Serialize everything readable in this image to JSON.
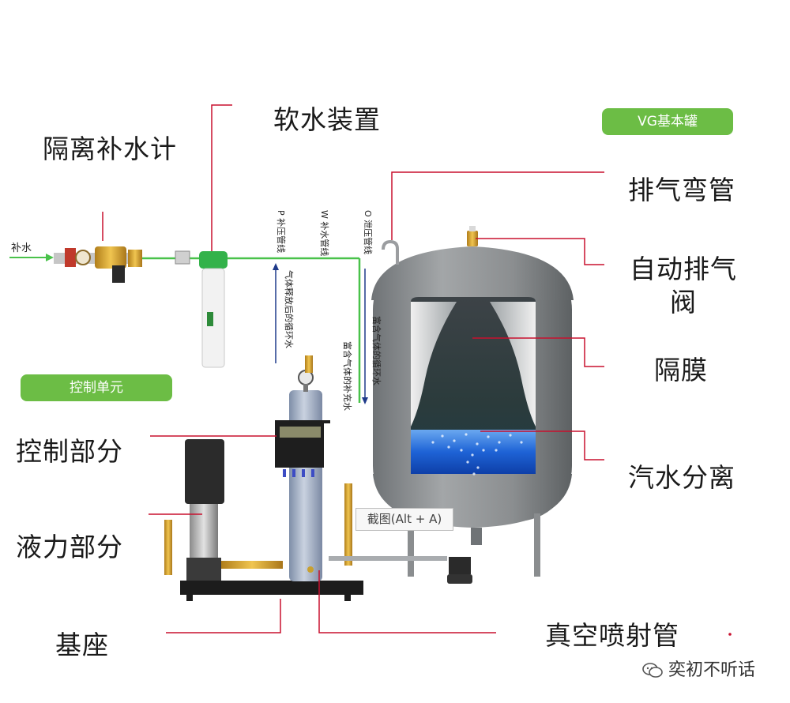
{
  "labels": {
    "isolation_meter": "隔离补水计",
    "softener": "软水装置",
    "vent_elbow": "排气弯管",
    "auto_vent_valve_line1": "自动排气",
    "auto_vent_valve_line2": "阀",
    "diaphragm": "隔膜",
    "steam_water_sep": "汽水分离",
    "control_part": "控制部分",
    "hydraulic_part": "液力部分",
    "base": "基座",
    "vacuum_jet": "真空喷射管"
  },
  "pills": {
    "vg_tank": "VG基本罐",
    "control_unit": "控制单元"
  },
  "pipes": {
    "makeup_water": "补水",
    "p_line": "P 补压管线",
    "w_line": "W 补水管线",
    "o_line": "O 泄压管线",
    "p_flow": "气体释放后的循环水",
    "o_flow": "富含气体的循环水",
    "refill_flow": "富含气体的补充水"
  },
  "tooltip": "截图(Alt + A)",
  "watermark": "奕初不听话",
  "colors": {
    "accent_green": "#6cbd45",
    "leader_red": "#c8102e",
    "tank_gray": "#8a8d8f",
    "water_blue": "#1c5fd0",
    "pipe_green": "#49c24a"
  }
}
